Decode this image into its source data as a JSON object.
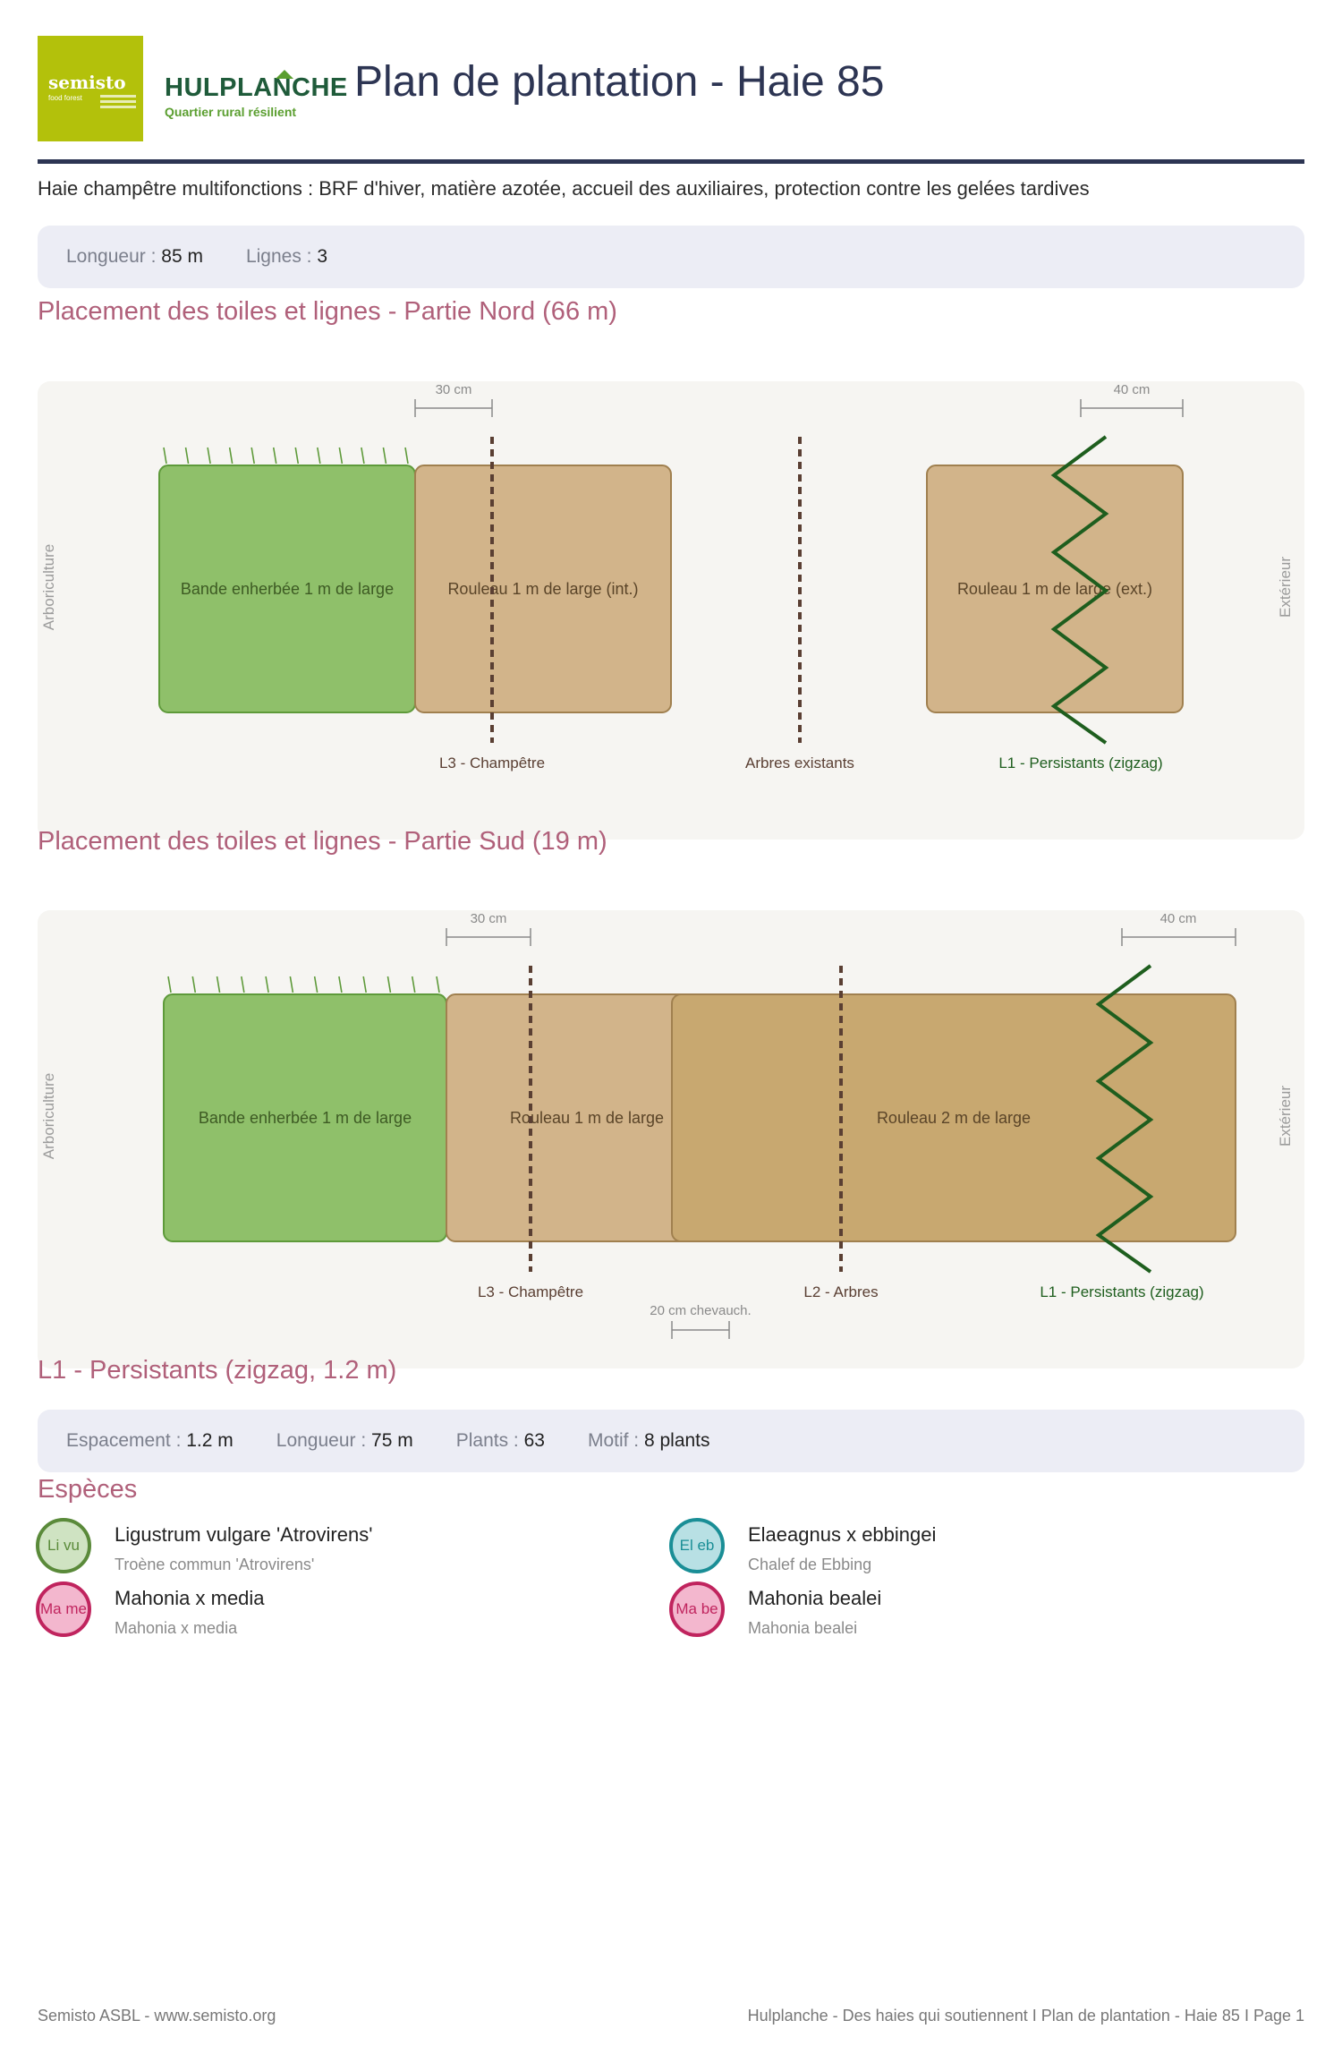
{
  "header": {
    "logo_semisto": {
      "name": "semisto",
      "tagline": "food forest"
    },
    "logo_hulplanche": {
      "name": "HULPLANCHE",
      "tagline": "Quartier rural résilient"
    },
    "title": "Plan de plantation - Haie 85"
  },
  "subtitle": "Haie champêtre multifonctions : BRF d'hiver, matière azotée, accueil des auxiliaires, protection contre les gelées tardives",
  "summary": [
    {
      "key": "Longueur : ",
      "value": "85 m"
    },
    {
      "key": "Lignes : ",
      "value": "3"
    }
  ],
  "north": {
    "title": "Placement des toiles et lignes - Partie Nord (66 m)",
    "side_left": "Arboriculture",
    "side_right": "Extérieur",
    "dim_left": "30 cm",
    "dim_right": "40 cm",
    "band_grass": "Bande enherbée 1 m de large",
    "roll_int": "Rouleau 1 m de large (int.)",
    "roll_ext": "Rouleau 1 m de large (ext.)",
    "line_l3": "L3 - Champêtre",
    "line_trees": "Arbres existants",
    "line_l1": "L1 - Persistants (zigzag)"
  },
  "south": {
    "title": "Placement des toiles et lignes - Partie Sud (19 m)",
    "side_left": "Arboriculture",
    "side_right": "Extérieur",
    "dim_left": "30 cm",
    "dim_right": "40 cm",
    "band_grass": "Bande enherbée 1 m de large",
    "roll_1m": "Rouleau 1 m de large",
    "roll_2m": "Rouleau 2 m de large",
    "line_l3": "L3 - Champêtre",
    "line_l2": "L2 - Arbres",
    "line_l1": "L1 - Persistants (zigzag)",
    "overlap": "20 cm chevauch."
  },
  "l1": {
    "title": "L1 - Persistants (zigzag, 1.2 m)",
    "stats": [
      {
        "key": "Espacement : ",
        "value": "1.2 m"
      },
      {
        "key": "Longueur : ",
        "value": "75 m"
      },
      {
        "key": "Plants : ",
        "value": "63"
      },
      {
        "key": "Motif : ",
        "value": "8 plants"
      }
    ]
  },
  "species_title": "Espèces",
  "species": [
    {
      "code": "Li vu",
      "latin": "Ligustrum vulgare 'Atrovirens'",
      "common": "Troène commun 'Atrovirens'",
      "fill": "#cfe3c2",
      "stroke": "#5a8a3a",
      "text": "#5a8a3a"
    },
    {
      "code": "El eb",
      "latin": "Elaeagnus x ebbingei",
      "common": "Chalef de Ebbing",
      "fill": "#b8e0e4",
      "stroke": "#1a8e96",
      "text": "#1a8e96"
    },
    {
      "code": "Ma me",
      "latin": "Mahonia x media",
      "common": "Mahonia x media",
      "fill": "#f3b7ce",
      "stroke": "#c0245e",
      "text": "#c0245e"
    },
    {
      "code": "Ma be",
      "latin": "Mahonia bealei",
      "common": "Mahonia bealei",
      "fill": "#f3b7ce",
      "stroke": "#c0245e",
      "text": "#c0245e"
    }
  ],
  "footer": {
    "left": "Semisto ASBL - www.semisto.org",
    "right": "Hulplanche - Des haies qui soutiennent  I  Plan de plantation - Haie 85  I  Page 1"
  },
  "colors": {
    "grass": "#8fc06a",
    "grass_border": "#5e9a3a",
    "roll": "#d2b48a",
    "roll_dark": "#c8a870",
    "roll_border": "#a0804f",
    "dashed_line": "#5a3f33",
    "zigzag": "#1e5e1e",
    "title_accent": "#b0607a",
    "navy": "#2d3553"
  }
}
